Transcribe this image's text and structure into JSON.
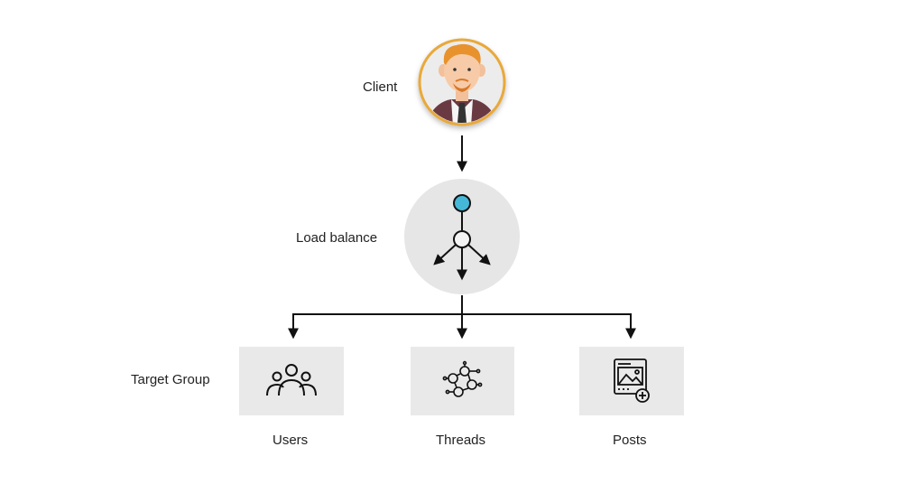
{
  "labels": {
    "client": "Client",
    "load_balance": "Load balance",
    "target_group": "Target Group"
  },
  "targets": [
    {
      "name": "Users",
      "icon": "users-icon"
    },
    {
      "name": "Threads",
      "icon": "threads-network-icon"
    },
    {
      "name": "Posts",
      "icon": "posts-image-icon"
    }
  ],
  "colors": {
    "client_ring": "#e8a93a",
    "client_bg": "#ececec",
    "balancer_bg": "#e6e6e6",
    "balancer_top_node": "#45b8d8",
    "target_box": "#e9e9e9",
    "line": "#111111"
  }
}
